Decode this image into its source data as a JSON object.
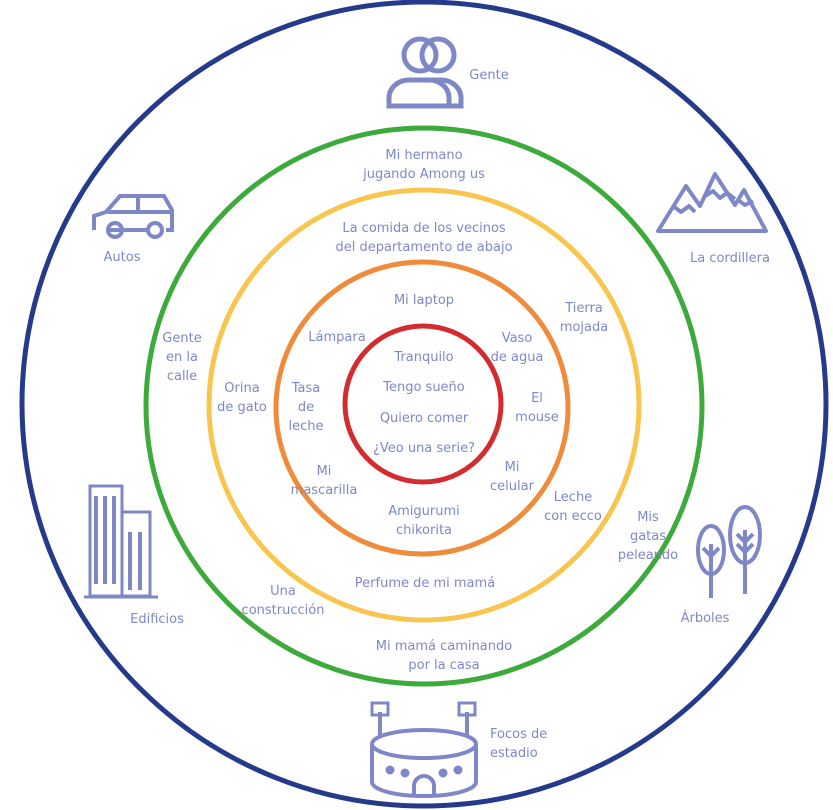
{
  "colors": {
    "outer_ring": "#263a8c",
    "ring_green": "#3daa3c",
    "ring_yellow": "#f8c64f",
    "ring_orange": "#ef8b3a",
    "ring_red": "#d42b2f",
    "text": "#7f88c7",
    "icon": "#7f88c7"
  },
  "rings": {
    "outer": {
      "items": [
        "Gente",
        "Autos",
        "La cordillera",
        "Edificios",
        "Árboles",
        "Focos de\nestadio"
      ],
      "icons": [
        "people-icon",
        "car-icon",
        "mountains-icon",
        "buildings-icon",
        "trees-icon",
        "stadium-icon"
      ]
    },
    "green": {
      "items": [
        "Mi hermano\njugando Among us",
        "Gente\nen la\ncalle",
        "Mis\ngatas\npeleando",
        "Una\nconstrucción",
        "Mi mamá caminando\npor la casa"
      ]
    },
    "yellow": {
      "items": [
        "La comida de los vecinos\ndel departamento de abajo",
        "Tierra\nmojada",
        "Orina\nde gato",
        "Leche\ncon ecco",
        "Perfume de mi mamá"
      ]
    },
    "orange": {
      "items": [
        "Mi laptop",
        "Lámpara",
        "Vaso\nde agua",
        "Tasa\nde\nleche",
        "El\nmouse",
        "Mi\nmascarilla",
        "Mi\ncelular",
        "Amigurumi\nchikorita"
      ]
    },
    "red": {
      "items": [
        "Tranquilo",
        "Tengo sueño",
        "Quiero comer",
        "¿Veo una serie?"
      ]
    }
  }
}
